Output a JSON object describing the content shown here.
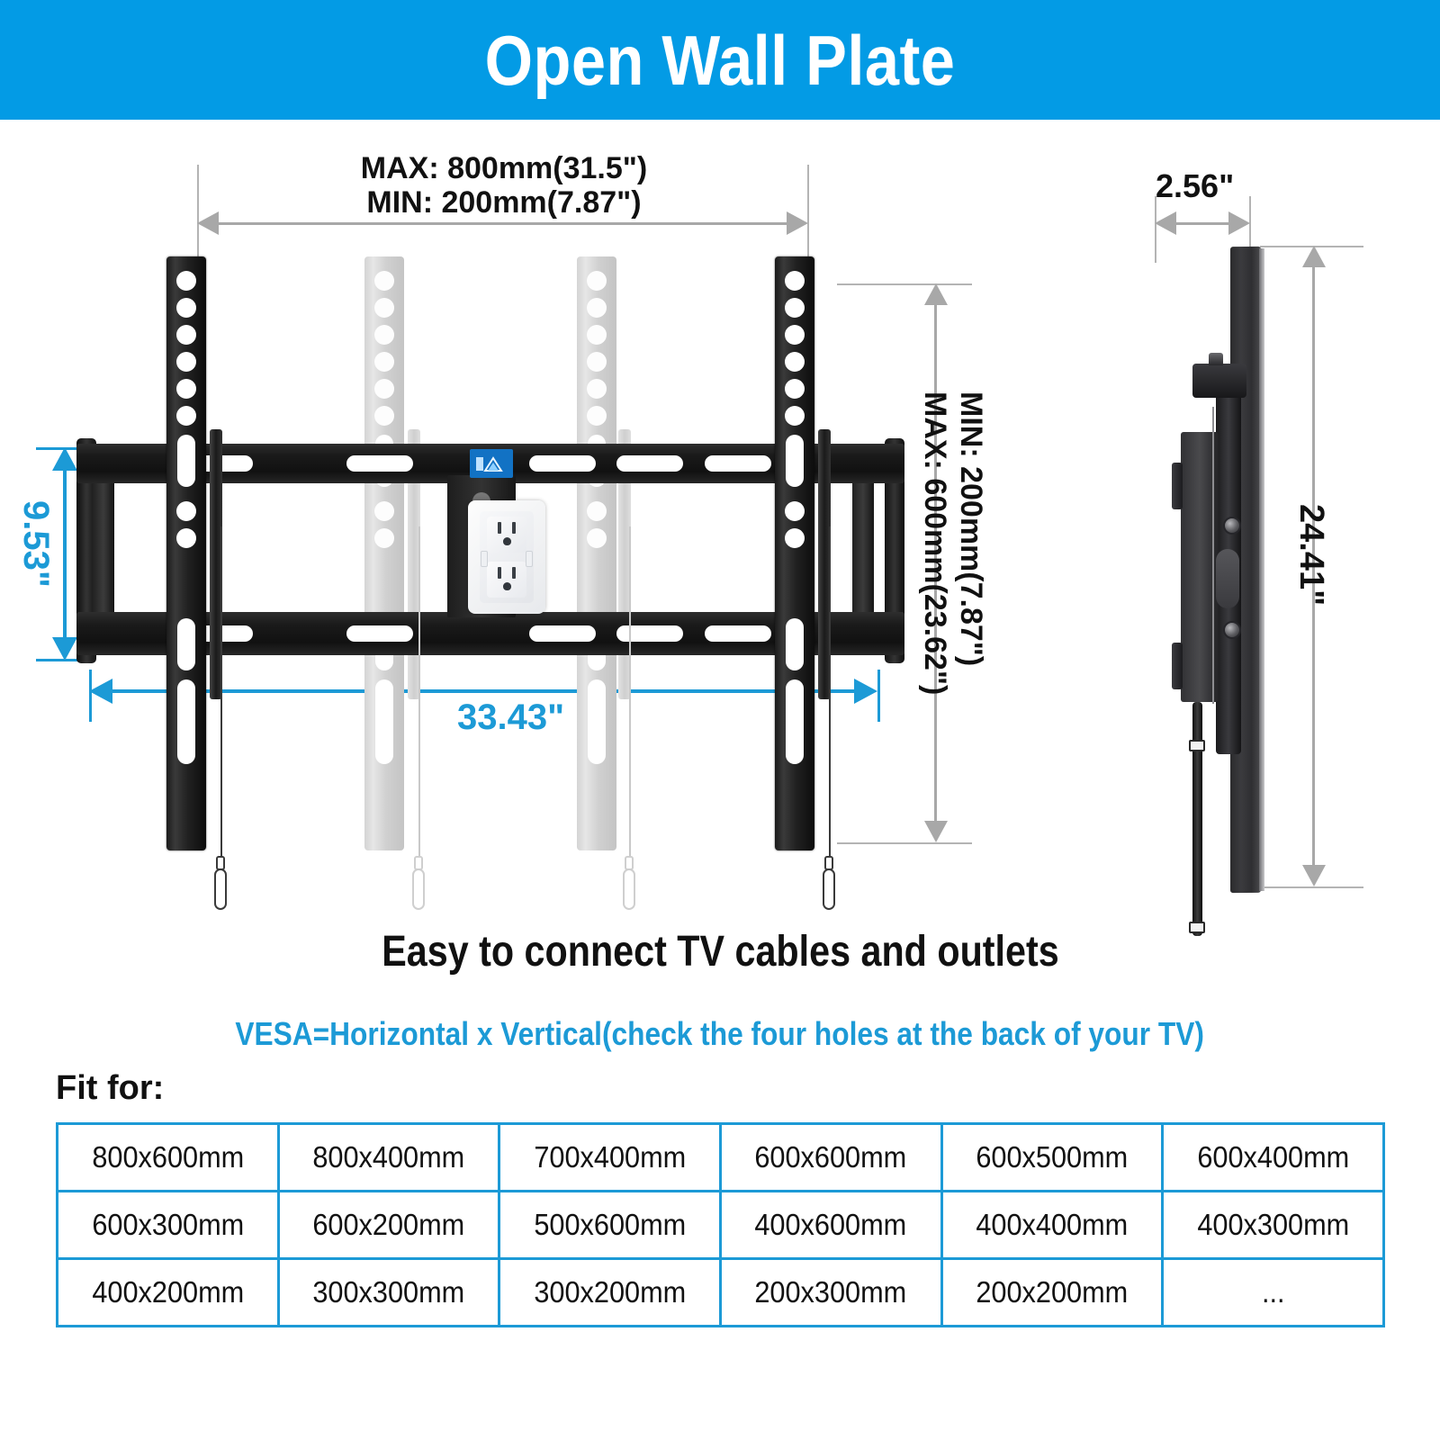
{
  "banner": {
    "title": "Open Wall Plate"
  },
  "dimensions": {
    "top_width_max": "MAX: 800mm(31.5\")",
    "top_width_min": "MIN: 200mm(7.87\")",
    "right_height_min": "MIN: 200mm(7.87\")",
    "right_height_max": "MAX: 600mm(23.62\")",
    "left_height": "9.53\"",
    "bottom_width": "33.43\"",
    "side_depth": "2.56\"",
    "side_height": "24.41\""
  },
  "captions": {
    "main": "Easy to connect TV cables and outlets",
    "vesa": "VESA=Horizontal x Vertical(check the four holes at the back of your TV)",
    "fit_for": "Fit for:"
  },
  "colors": {
    "brand_blue": "#039BE5",
    "dimension_blue": "#1C9AD6",
    "dimension_gray": "#A8A8A8",
    "text_black": "#111111"
  },
  "vesa_table": {
    "rows": [
      [
        "800x600mm",
        "800x400mm",
        "700x400mm",
        "600x600mm",
        "600x500mm",
        "600x400mm"
      ],
      [
        "600x300mm",
        "600x200mm",
        "500x600mm",
        "400x600mm",
        "400x400mm",
        "400x300mm"
      ],
      [
        "400x200mm",
        "300x300mm",
        "300x200mm",
        "200x300mm",
        "200x200mm",
        "..."
      ]
    ]
  }
}
